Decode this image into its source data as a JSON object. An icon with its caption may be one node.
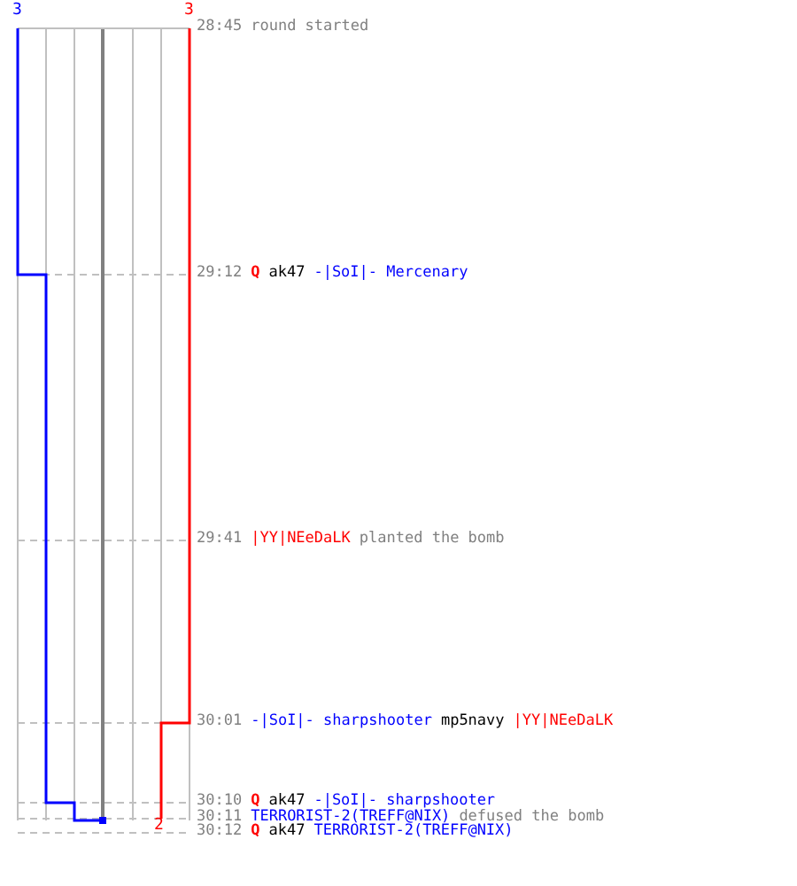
{
  "diagram": {
    "labels": [
      "3",
      "3",
      "28:45",
      "round started",
      "29:12",
      "Q",
      "ak47",
      "-|SoI|- Mercenary",
      "29:41",
      "|YY|NEeDaLK",
      "planted the bomb",
      "30:01",
      "-|SoI|- sharpshooter",
      "mp5navy",
      "|YY|NEeDaLK",
      "30:10",
      "Q",
      "ak47",
      "-|SoI|- sharpshooter",
      "30:11",
      "TERRORIST-2(TREFF@NIX)",
      "defused the bomb",
      "30:12",
      "Q",
      "ak47",
      "TERRORIST-2(TREFF@NIX)",
      "2"
    ]
  }
}
